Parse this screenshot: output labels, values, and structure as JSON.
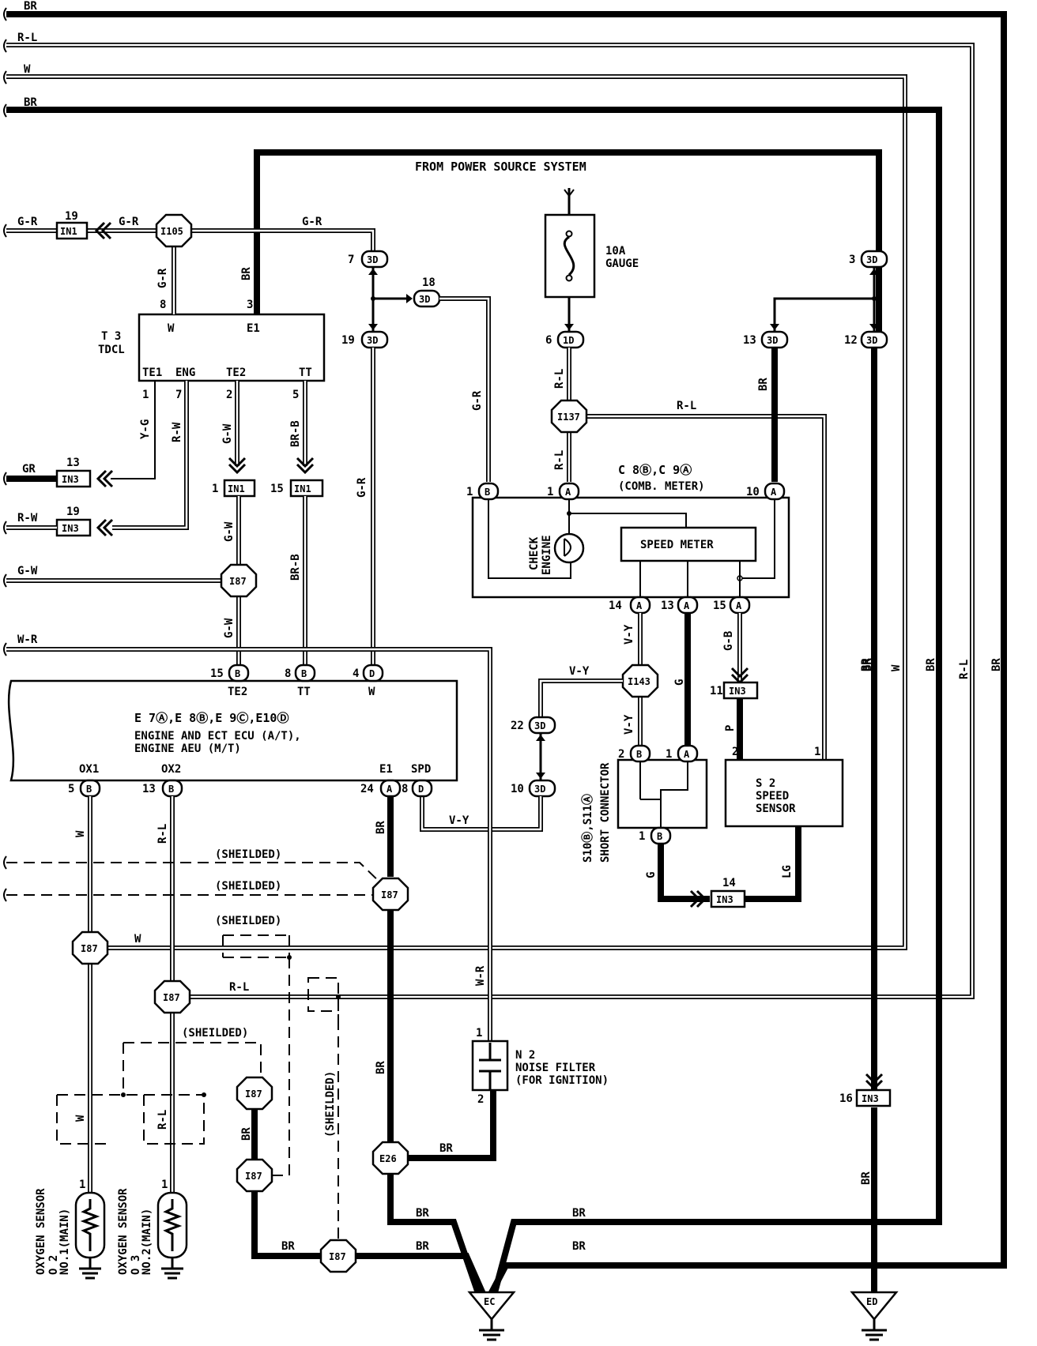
{
  "top_wires": {
    "w1": "BR",
    "w2": "R-L",
    "w3": "W",
    "w4": "BR"
  },
  "power_source": "FROM POWER SOURCE SYSTEM",
  "fuse": {
    "rating": "10A",
    "name": "GAUGE"
  },
  "tdcl": {
    "ref": "T 3",
    "name": "TDCL",
    "pins": {
      "w": "W",
      "e1": "E1",
      "te1": "TE1",
      "eng": "ENG",
      "te2": "TE2",
      "tt": "TT"
    },
    "pin_nums": {
      "p8": "8",
      "p3": "3",
      "p1": "1",
      "p7": "7",
      "p2": "2",
      "p5": "5"
    }
  },
  "ecu": {
    "title": "E 7Ⓐ,E 8Ⓑ,E 9Ⓒ,E10Ⓓ",
    "line2": "ENGINE AND ECT ECU (A/T),",
    "line3": "ENGINE AEU (M/T)",
    "top_pins": {
      "te2": "TE2",
      "tt": "TT",
      "w": "W"
    },
    "bottom_pins": {
      "ox1": "OX1",
      "ox2": "OX2",
      "e1": "E1",
      "spd": "SPD"
    },
    "pin_nums": {
      "p15": "15",
      "p8": "8",
      "p4": "4",
      "p5": "5",
      "p13": "13",
      "p24": "24",
      "p8b": "8"
    }
  },
  "meter": {
    "ref": "C 8Ⓑ,C 9Ⓐ",
    "name": "(COMB. METER)",
    "check": "CHECK",
    "engine": "ENGINE",
    "speed": "SPEED METER",
    "pin_nums": {
      "p1b": "1",
      "p1a": "1",
      "p10": "10",
      "p14": "14",
      "p13": "13",
      "p15": "15"
    }
  },
  "speed_sensor": {
    "ref": "S 2",
    "line1": "SPEED",
    "line2": "SENSOR",
    "p2": "2",
    "p1": "1"
  },
  "short_conn": {
    "ref": "S10Ⓑ,S11Ⓐ",
    "name": "SHORT CONNECTOR",
    "p2": "2",
    "p1": "1",
    "p1b": "1"
  },
  "noise_filter": {
    "ref": "N 2",
    "line1": "NOISE FILTER",
    "line2": "(FOR IGNITION)",
    "p1": "1",
    "p2": "2"
  },
  "oxygen1": {
    "ref": "O 2",
    "line1": "OXYGEN SENSOR",
    "line2": "NO.1(MAIN)",
    "pin": "1"
  },
  "oxygen2": {
    "ref": "O 3",
    "line1": "OXYGEN SENSOR",
    "line2": "NO.2(MAIN)",
    "pin": "1"
  },
  "junctions": {
    "i105": "I105",
    "i137": "I137",
    "i143": "I143",
    "i87": "I87",
    "e26": "E26"
  },
  "connectors": {
    "in1": "IN1",
    "in3": "IN3",
    "c3d": "3D",
    "c1d": "1D",
    "ca": "A",
    "cb": "B",
    "cd": "D"
  },
  "ground": {
    "ec": "EC",
    "ed": "ED"
  },
  "conn_nums": {
    "n19": "19",
    "n13": "13",
    "n1": "1",
    "n15": "15",
    "n11": "11",
    "n14": "14",
    "n16": "16",
    "n7": "7",
    "n18": "18",
    "n3": "3",
    "n6": "6",
    "n12": "12",
    "n22": "22",
    "n10": "10"
  },
  "wire_labels": {
    "br": "BR",
    "gr_": "G-R",
    "gr": "GR",
    "rw": "R-W",
    "gw": "G-W",
    "wr": "W-R",
    "yg": "Y-G",
    "brb": "BR-B",
    "rl": "R-L",
    "w": "W",
    "vy": "V-Y",
    "g": "G",
    "gb": "G-B",
    "p": "P",
    "lg": "LG",
    "shield": "(SHEILDED)"
  }
}
